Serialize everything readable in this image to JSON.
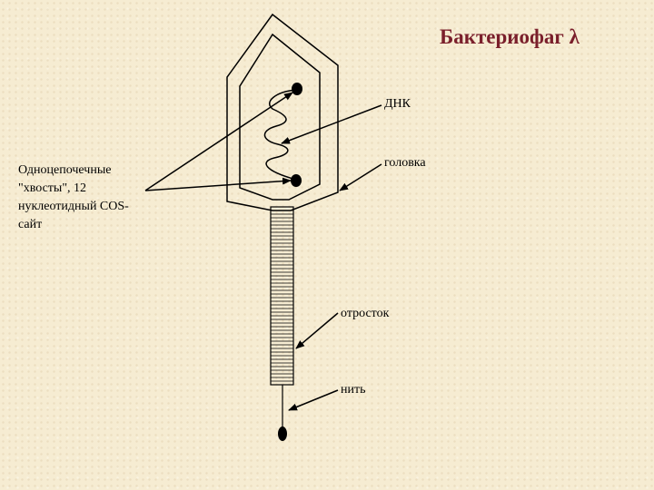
{
  "title": "Бактериофаг λ",
  "labels": {
    "dna": "ДНК",
    "head": "головка",
    "tail": "отросток",
    "fiber": "нить",
    "cos_lines": [
      "Одноцепочечные",
      "\"хвосты\", 12",
      "нуклеотидный COS-",
      "сайт"
    ]
  },
  "colors": {
    "title": "#7a1f2b",
    "line": "#000000",
    "background": "#f6ecd2"
  }
}
